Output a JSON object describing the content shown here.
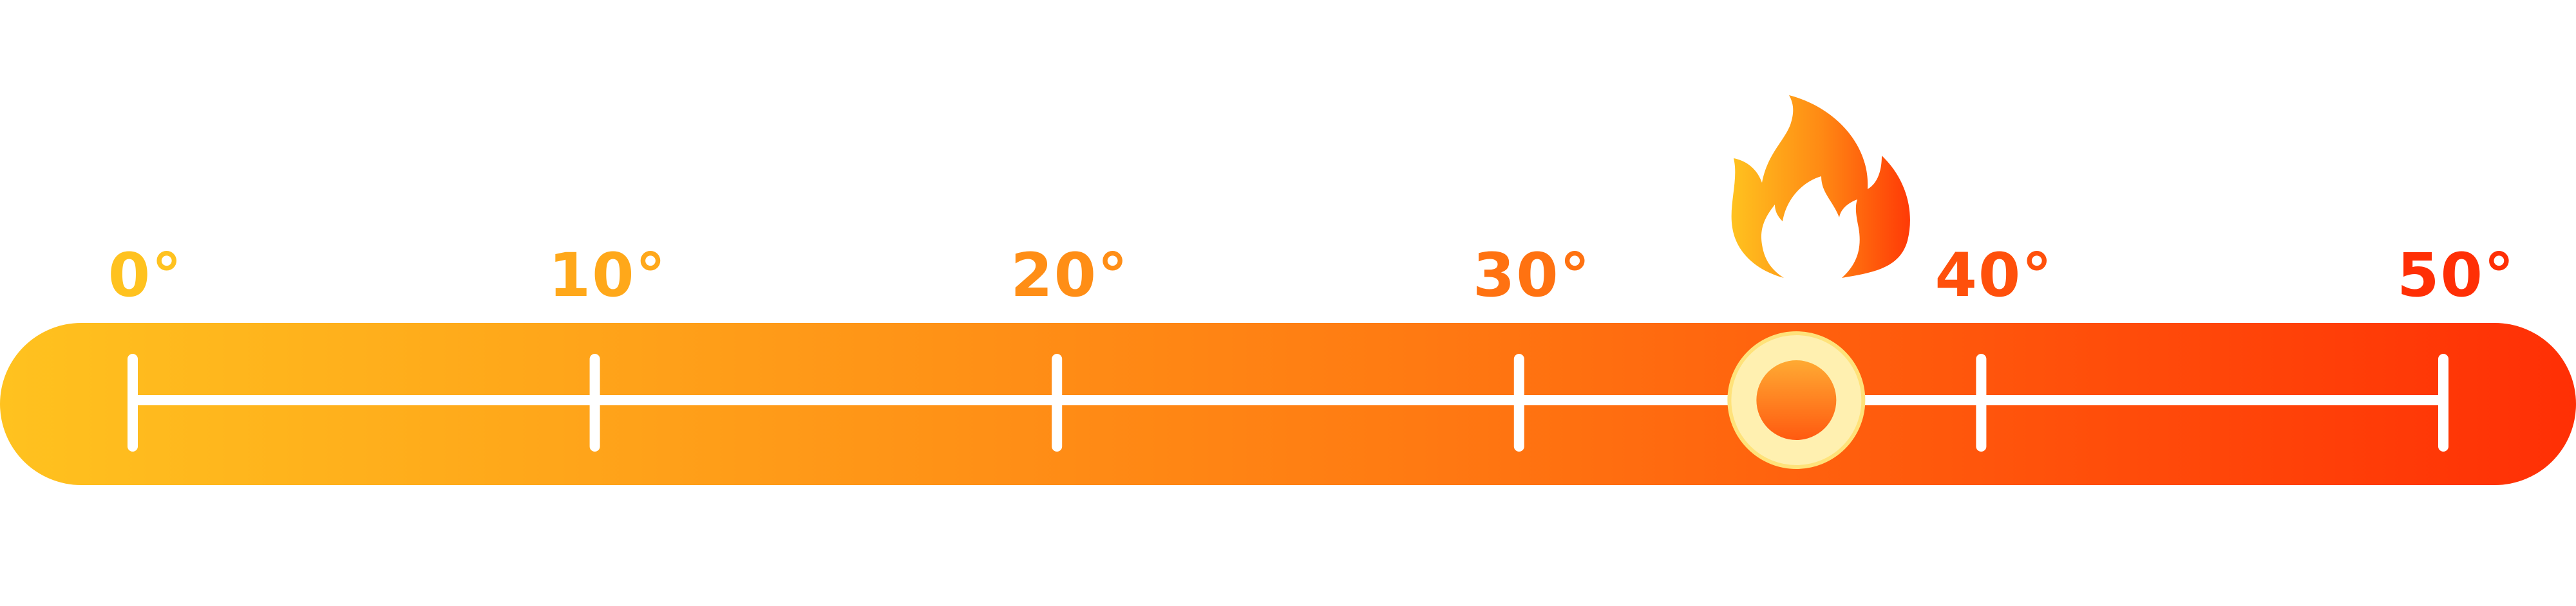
{
  "scale": {
    "min": 0,
    "max": 50,
    "unit": "°",
    "current_value": 36,
    "ticks": [
      {
        "value": 0,
        "label": "0°"
      },
      {
        "value": 10,
        "label": "10°"
      },
      {
        "value": 20,
        "label": "20°"
      },
      {
        "value": 30,
        "label": "30°"
      },
      {
        "value": 40,
        "label": "40°"
      },
      {
        "value": 50,
        "label": "50°"
      }
    ]
  },
  "colors": {
    "gradient_start": "#ffc21f",
    "gradient_mid": "#ff7a12",
    "gradient_end": "#ff2f05",
    "track_line": "#ffffff",
    "knob_ring": "#fff0b0",
    "knob_core_top": "#ffaa33",
    "knob_core_bottom": "#ff5a10",
    "label_start": "#ffc21f",
    "label_end": "#ff2f05"
  },
  "icons": {
    "indicator": "flame-icon"
  }
}
